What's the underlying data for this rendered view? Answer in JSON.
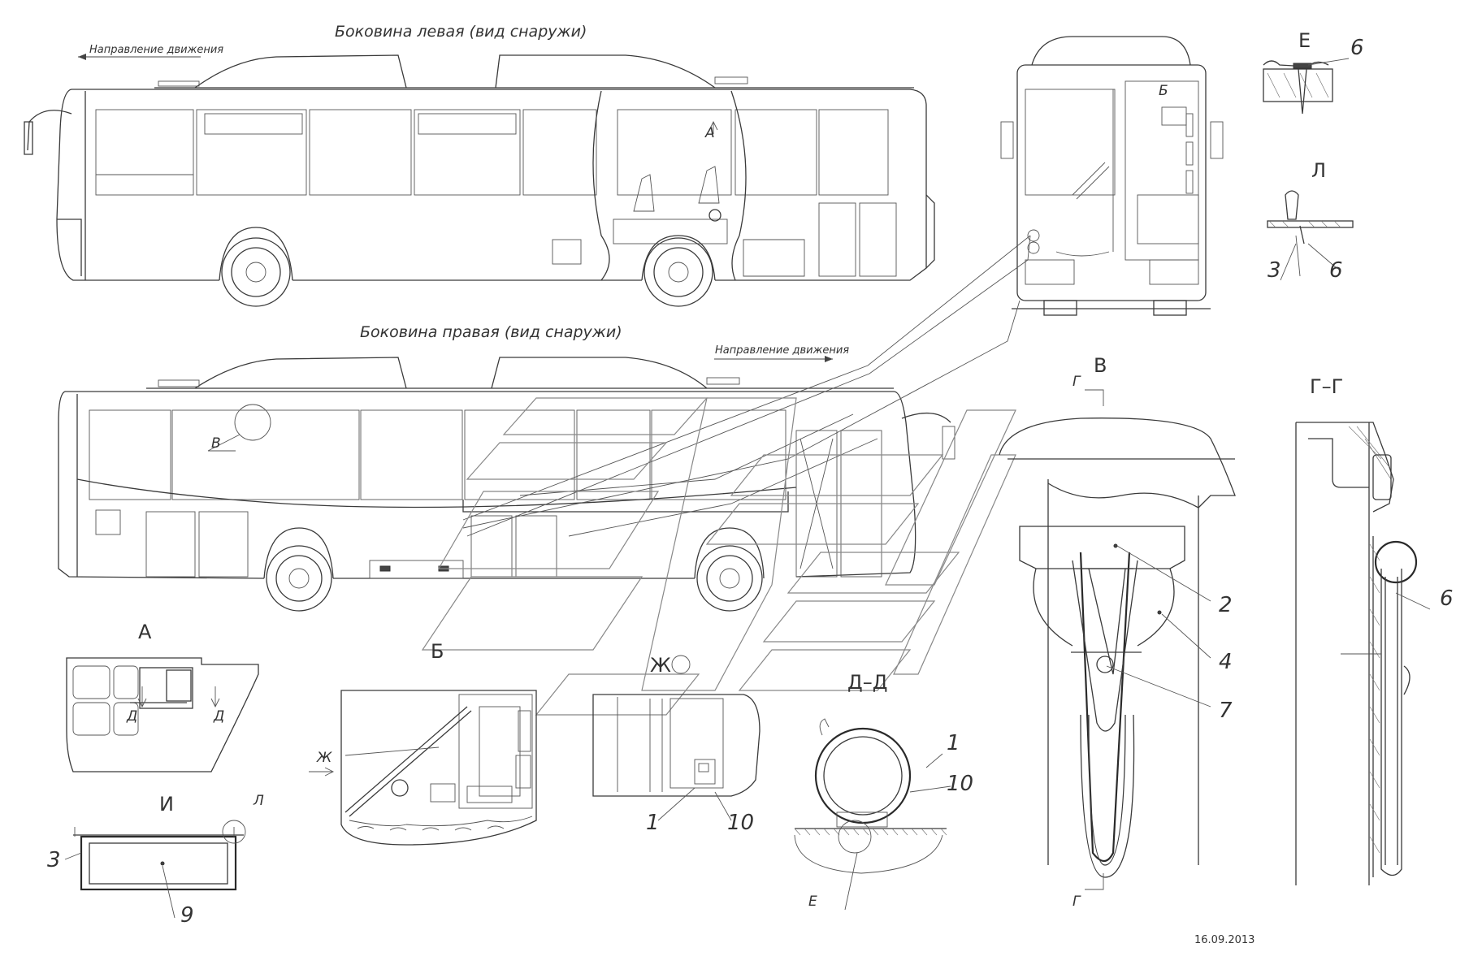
{
  "titles": {
    "left_side": "Боковина левая (вид снаружи)",
    "right_side": "Боковина правая (вид снаружи)"
  },
  "direction": {
    "left": "Направление движения",
    "right": "Направление движения"
  },
  "views": {
    "A": "А",
    "B": "Б",
    "V": "В",
    "G_G": "Г–Г",
    "D_D": "Д–Д",
    "E": "Е",
    "Zh": "Ж",
    "I": "И",
    "L": "Л"
  },
  "section_marks": {
    "g_top": "Г",
    "g_bottom": "Г",
    "d_left": "Д",
    "d_right": "Д",
    "zh_arrow": "Ж",
    "b_mark": "Б",
    "v_callout": "В",
    "a_callout": "А",
    "e_callout": "Е",
    "l_callout": "Л"
  },
  "callouts": {
    "v_2": "2",
    "v_4": "4",
    "v_7": "7",
    "gg_6": "6",
    "e_6": "6",
    "l_3": "3",
    "l_6": "6",
    "zh_1": "1",
    "zh_10": "10",
    "dd_1": "1",
    "dd_10": "10",
    "i_3": "3",
    "i_9": "9"
  },
  "date": "16.09.2013"
}
